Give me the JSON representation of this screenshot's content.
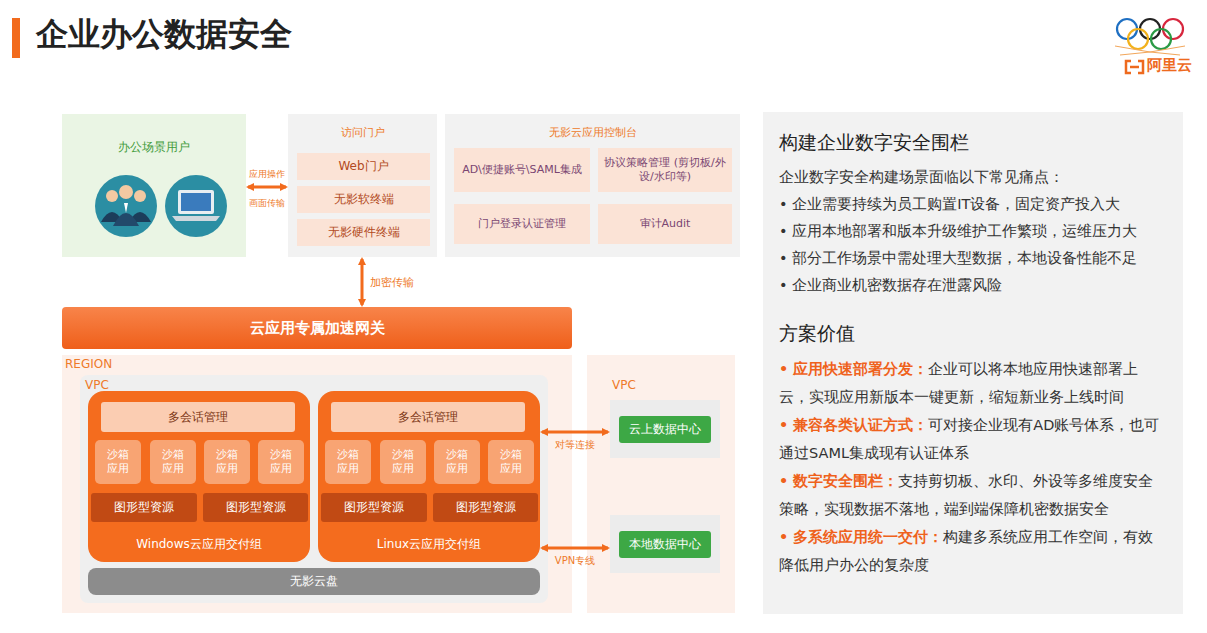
{
  "diagram": {
    "title": "企业办公数据安全",
    "nodes": [
      {
        "text": [
          "办公场景用户"
        ]
      },
      {
        "text": [
          "访问门户"
        ]
      },
      {
        "text": [
          "Web门户"
        ],
        "in": 1
      },
      {
        "text": [
          "无影软终端"
        ],
        "in": 1
      },
      {
        "text": [
          "无影硬件终端"
        ],
        "in": 1
      },
      {
        "text": [
          "无影云应用控制台"
        ]
      },
      {
        "text": [
          "AD\\便捷账号\\SAML集成"
        ],
        "in": 5
      },
      {
        "text": [
          "协议策略管理 (剪切板/外设/水印等)"
        ],
        "in": 5
      },
      {
        "text": [
          "门户登录认证管理"
        ],
        "in": 5
      },
      {
        "text": [
          "审计Audit"
        ],
        "in": 5
      },
      {
        "text": [
          "云应用专属加速网关"
        ]
      },
      {
        "text": [
          "REGION"
        ]
      },
      {
        "text": [
          "VPC"
        ],
        "in": 11
      },
      {
        "text": [
          "Windows云应用交付组"
        ],
        "in": 12
      },
      {
        "text": [
          "多会话管理"
        ],
        "in": 13
      },
      {
        "text": [
          "沙箱应用"
        ],
        "in": 13
      },
      {
        "text": [
          "沙箱应用"
        ],
        "in": 13
      },
      {
        "text": [
          "沙箱应用"
        ],
        "in": 13
      },
      {
        "text": [
          "沙箱应用"
        ],
        "in": 13
      },
      {
        "text": [
          "图形型资源"
        ],
        "in": 13
      },
      {
        "text": [
          "图形型资源"
        ],
        "in": 13
      },
      {
        "text": [
          "Linux云应用交付组"
        ],
        "in": 12
      },
      {
        "text": [
          "多会话管理"
        ],
        "in": 21
      },
      {
        "text": [
          "沙箱应用"
        ],
        "in": 21
      },
      {
        "text": [
          "沙箱应用"
        ],
        "in": 21
      },
      {
        "text": [
          "沙箱应用"
        ],
        "in": 21
      },
      {
        "text": [
          "沙箱应用"
        ],
        "in": 21
      },
      {
        "text": [
          "图形型资源"
        ],
        "in": 21
      },
      {
        "text": [
          "图形型资源"
        ],
        "in": 21
      },
      {
        "text": [
          "无影云盘"
        ],
        "in": 12
      },
      {
        "text": [
          "VPC"
        ]
      },
      {
        "text": [
          "云上数据中心"
        ],
        "in": 30
      },
      {
        "text": [
          "本地数据中心"
        ],
        "in": 30
      },
      {
        "text": [
          "构建企业数字安全围栏",
          "企业数字安全构建场景面临以下常见痛点：",
          "• 企业需要持续为员工购置IT设备，固定资产投入大",
          "• 应用本地部署和版本升级维护工作繁琐，运维压力大",
          "• 部分工作场景中需处理大型数据，本地设备性能不足",
          "• 企业商业机密数据存在泄露风险",
          "方案价值",
          "• 应用快速部署分发：",
          "企业可以将本地应用快速部署上云，实现应用新版本一键更新，缩短新业务上线时间",
          "• 兼容各类认证方式：",
          "可对接企业现有AD账号体系，也可通过SAML集成现有认证体系",
          "• 数字安全围栏：",
          "支持剪切板、水印、外设等多维度安全策略，实现数据不落地，端到端保障机密数据安全",
          "• 多系统应用统一交付：",
          "构建多系统应用工作空间，有效降低用户办公的复杂度"
        ]
      }
    ],
    "edges": [
      {
        "from": 0,
        "to": 1,
        "label": "应用操作",
        "arrow": "both"
      },
      {
        "from": 1,
        "to": 10,
        "label": "加密传输",
        "arrow": "both"
      },
      {
        "from": 21,
        "to": 31,
        "label": "对等连接",
        "arrow": "both"
      },
      {
        "from": 21,
        "to": 32,
        "label": "VPN专线",
        "arrow": "both"
      }
    ],
    "labels": [
      "画面传输",
      "阿里云"
    ]
  }
}
